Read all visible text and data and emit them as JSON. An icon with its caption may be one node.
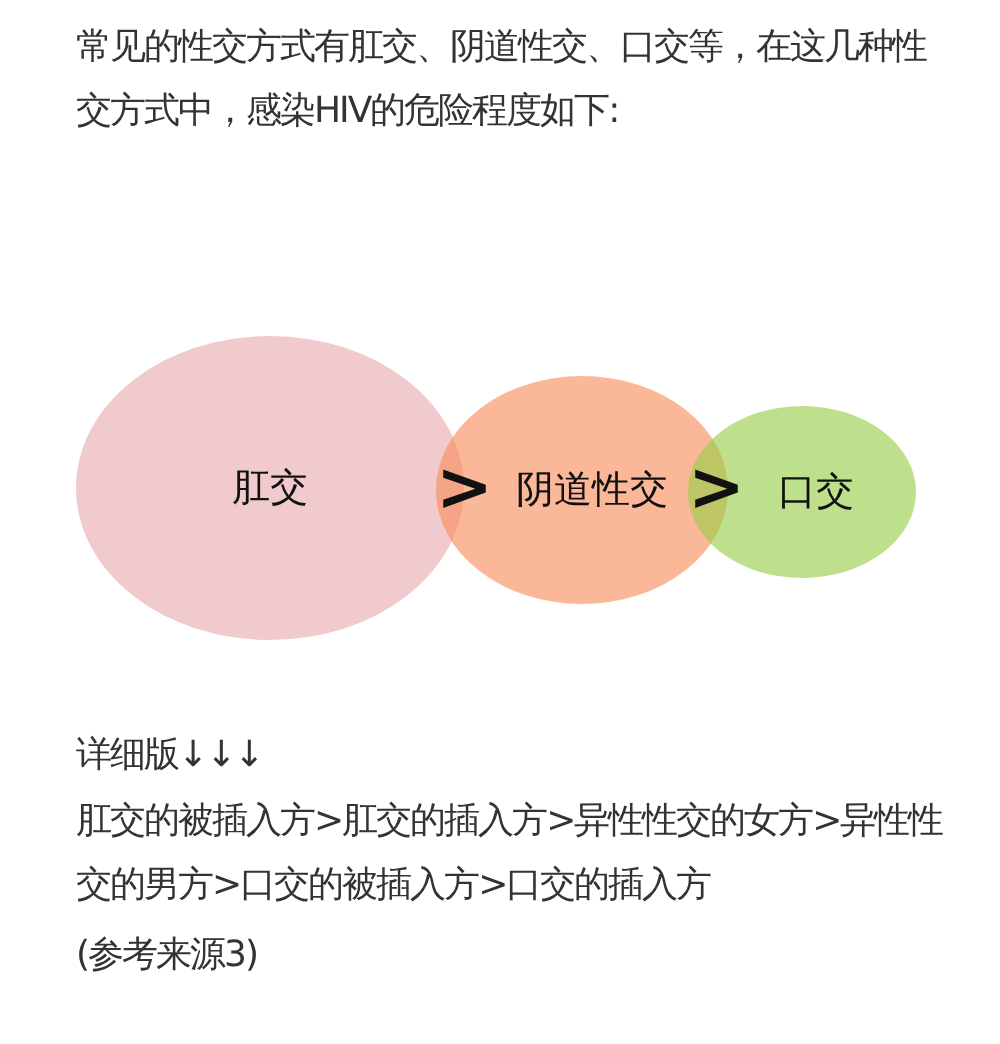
{
  "diagram": {
    "title": "常见的性交方式有肛交、阴道性交、口交等，在这几种性交方式中，感染HIV的危险程度如下:",
    "nodes": [
      {
        "text": [
          "肛交"
        ]
      },
      {
        "text": [
          "阴道性交"
        ]
      },
      {
        "text": [
          "口交"
        ]
      }
    ],
    "labels": [
      ">",
      ">",
      "详细版↓↓↓",
      "肛交的被插入方>肛交的插入方>异性性交的女方>异性性交的男方>口交的被插入方>口交的插入方",
      "(参考来源3)"
    ]
  }
}
